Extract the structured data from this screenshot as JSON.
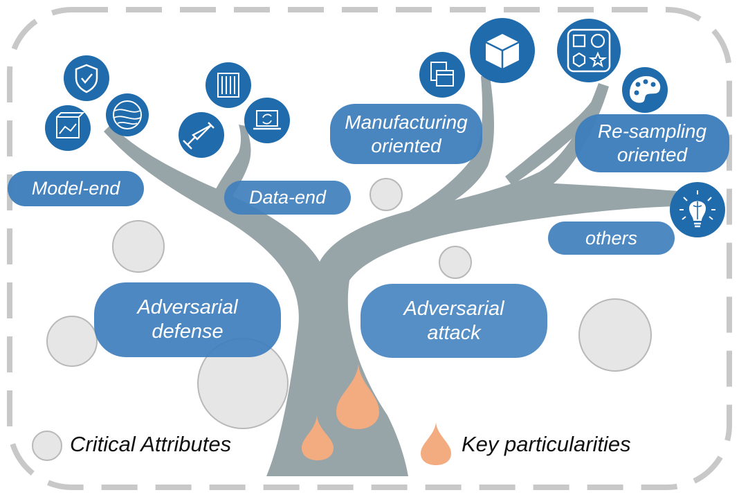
{
  "labels": {
    "model_end": "Model-end",
    "data_end": "Data-end",
    "manufacturing": [
      "Manufacturing",
      "oriented"
    ],
    "resampling": [
      "Re-sampling",
      "oriented"
    ],
    "others": "others",
    "defense": [
      "Adversarial",
      "defense"
    ],
    "attack": [
      "Adversarial",
      "attack"
    ]
  },
  "legend": {
    "critical": "Critical Attributes",
    "key": "Key particularities"
  },
  "icons": [
    "shield-check-icon",
    "chart-box-icon",
    "globe-lines-icon",
    "radiator-icon",
    "syringe-icon",
    "laptop-sync-icon",
    "windows-icon",
    "cube-icon",
    "shapes-icon",
    "palette-icon",
    "brain-bulb-icon"
  ],
  "colors": {
    "trunk": "#97a4a8",
    "icon_bg": "#1f6bab",
    "pill": "#3f7fbd",
    "attribute": "#e6e6e6",
    "particularity": "#f3ab80",
    "border": "#c8c8c8"
  }
}
